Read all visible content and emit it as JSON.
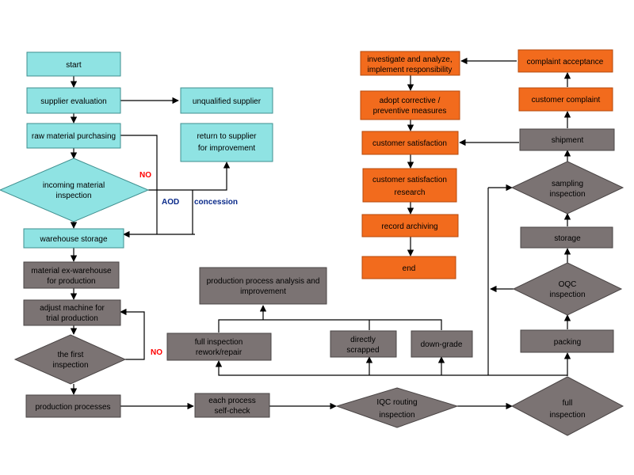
{
  "colors": {
    "cyan_fill": "#8FE3E3",
    "cyan_stroke": "#3f8f8f",
    "gray_fill": "#7b7373",
    "gray_stroke": "#4a4545",
    "orange_fill": "#F26B1D",
    "orange_stroke": "#b5480b",
    "no_label": "#ff0000",
    "aod_label": "#0a2a8a",
    "concession_label": "#0a2a8a"
  },
  "nodes": {
    "start": "start",
    "supplier_evaluation": "supplier evaluation",
    "unqualified_supplier": "unqualified supplier",
    "raw_material_purchasing": "raw material purchasing",
    "return_to_supplier": [
      "return to supplier",
      "for improvement"
    ],
    "incoming_material_inspection": [
      "incoming material",
      "inspection"
    ],
    "warehouse_storage": "warehouse storage",
    "material_ex_warehouse": [
      "material ex-warehouse",
      "for production"
    ],
    "adjust_machine": [
      "adjust machine for",
      "trial production"
    ],
    "first_inspection": [
      "the first",
      "inspection"
    ],
    "production_processes": "production processes",
    "each_process_self_check": [
      "each process",
      "self-check"
    ],
    "iqc_routing_inspection": [
      "IQC routing",
      "inspection"
    ],
    "full_inspection_diamond": [
      "full",
      "inspection"
    ],
    "production_process_analysis": [
      "production process analysis and",
      "improvement"
    ],
    "full_inspection_rework": [
      "full inspection",
      "rework/repair"
    ],
    "directly_scrapped": [
      "directly",
      "scrapped"
    ],
    "down_grade": "down-grade",
    "packing": "packing",
    "oqc_inspection": [
      "OQC",
      "inspection"
    ],
    "storage": "storage",
    "sampling_inspection": [
      "sampling",
      "inspection"
    ],
    "shipment": "shipment",
    "customer_complaint": "customer complaint",
    "complaint_acceptance": "complaint acceptance",
    "investigate_analyze": [
      "investigate and analyze,",
      "implement responsibility"
    ],
    "adopt_corrective": [
      "adopt corrective /",
      "preventive measures"
    ],
    "customer_satisfaction": "customer satisfaction",
    "customer_satisfaction_research": [
      "customer satisfaction",
      "research"
    ],
    "record_archiving": "record archiving",
    "end": "end"
  },
  "edge_labels": {
    "no_incoming": "NO",
    "aod": "AOD",
    "concession": "concession",
    "no_first": "NO"
  }
}
